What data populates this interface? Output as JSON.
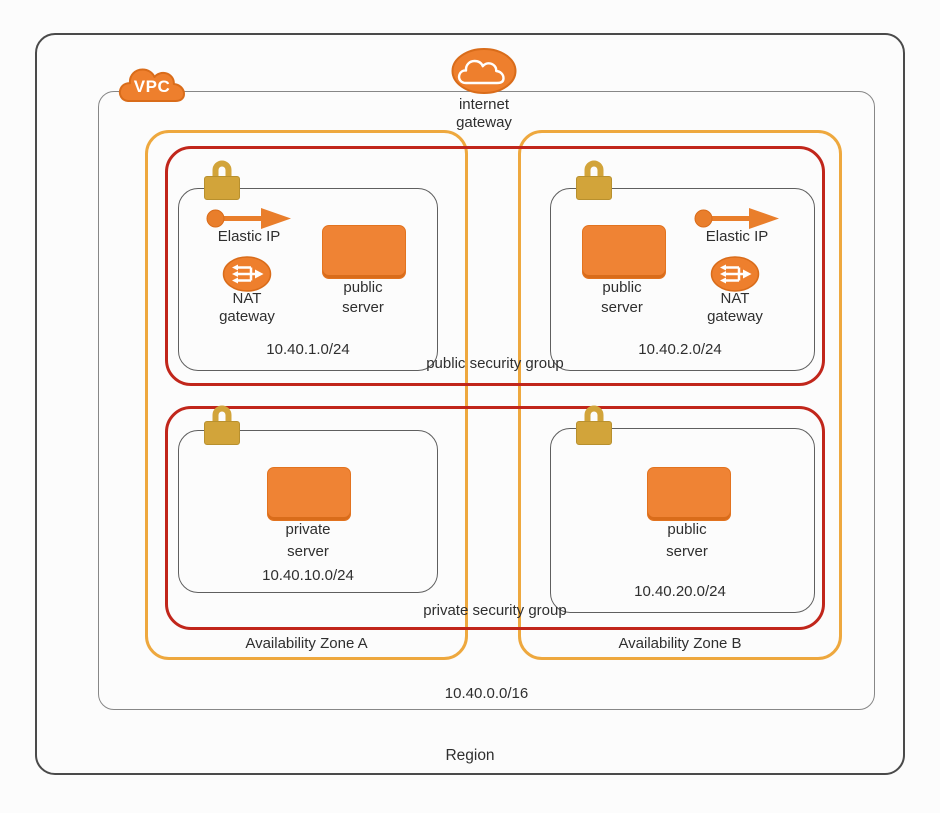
{
  "region": {
    "label": "Region"
  },
  "vpc": {
    "label": "VPC",
    "cidr": "10.40.0.0/16"
  },
  "internet_gateway": {
    "line1": "internet",
    "line2": "gateway"
  },
  "zones": [
    {
      "label": "Availability Zone A"
    },
    {
      "label": "Availability Zone B"
    }
  ],
  "security_groups": {
    "public_label": "public security group",
    "private_label": "private security group"
  },
  "subnets": [
    {
      "cidr": "10.40.1.0/24",
      "server_line1": "public",
      "server_line2": "server",
      "elastic_ip": "Elastic IP",
      "nat_line1": "NAT",
      "nat_line2": "gateway"
    },
    {
      "cidr": "10.40.2.0/24",
      "server_line1": "public",
      "server_line2": "server",
      "elastic_ip": "Elastic IP",
      "nat_line1": "NAT",
      "nat_line2": "gateway"
    },
    {
      "cidr": "10.40.10.0/24",
      "server_line1": "private",
      "server_line2": "server"
    },
    {
      "cidr": "10.40.20.0/24",
      "server_line1": "public",
      "server_line2": "server"
    }
  ],
  "icons": {
    "vpc": "cloud-icon",
    "internet_gateway": "cloud-icon",
    "security_group": "lock-icon",
    "elastic_ip": "arrow-icon",
    "nat_gateway": "nat-arrows-icon",
    "server": "orange-box-icon"
  },
  "colors": {
    "icon_orange": "#EE7F2D",
    "icon_orange_dark": "#D96C1A",
    "server_orange": "#EF8334",
    "zone_amber": "#EEA83E",
    "security_red": "#C1261B",
    "lock_gold": "#D2A43A",
    "region_border": "#4a4a4a",
    "vpc_border": "#878787",
    "subnet_border": "#5f5f5f",
    "text": "#2f2f2f"
  }
}
